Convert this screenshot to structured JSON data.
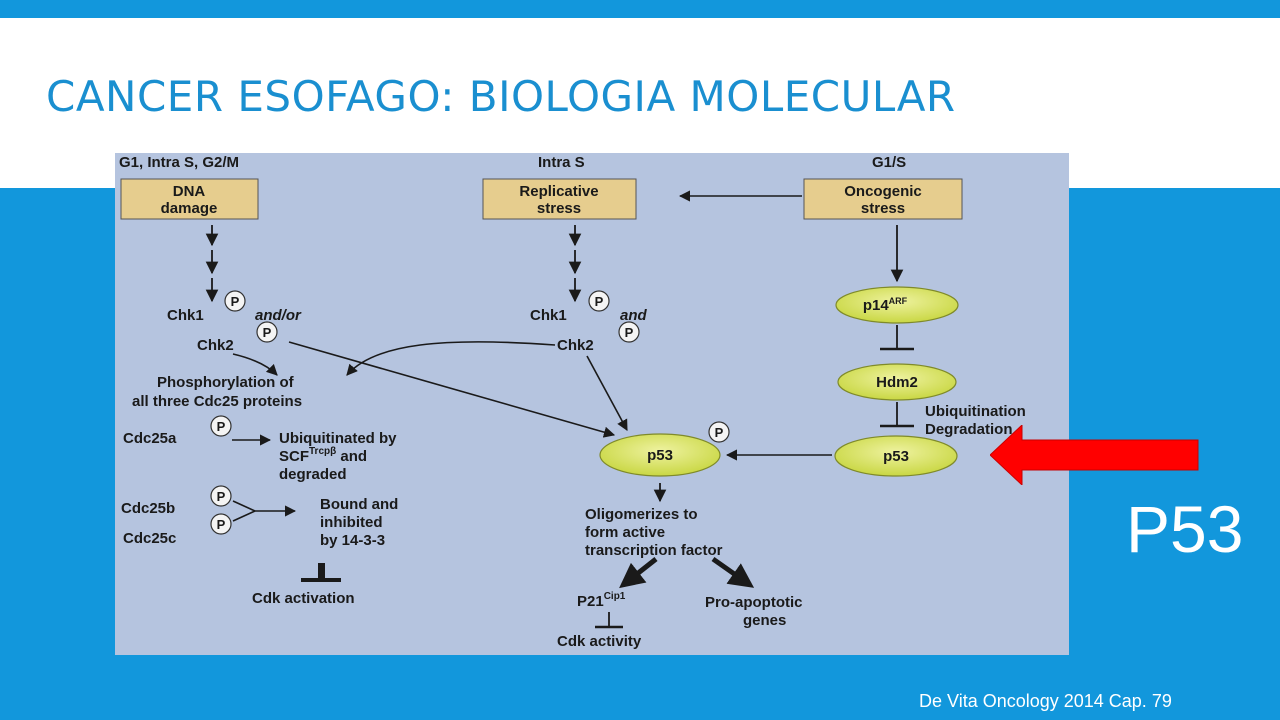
{
  "slide": {
    "title": "CANCER ESOFAGO: BIOLOGIA MOLECULAR",
    "big_label": "P53",
    "citation": "De Vita Oncology 2014 Cap. 79",
    "colors": {
      "band": "#1297dc",
      "title": "#1a8fd0",
      "panel": "#b5c4df",
      "box": "#e6cd8e",
      "node": "#d6e25a",
      "arrow": "#ff0000"
    }
  },
  "diagram": {
    "phase_left": "G1, Intra S, G2/M",
    "phase_mid": "Intra S",
    "phase_right": "G1/S",
    "box_dna_1": "DNA",
    "box_dna_2": "damage",
    "box_rep_1": "Replicative",
    "box_rep_2": "stress",
    "box_onc_1": "Oncogenic",
    "box_onc_2": "stress",
    "phospho_mark": "P",
    "chk1": "Chk1",
    "chk2": "Chk2",
    "and_or": "and/or",
    "and": "and",
    "p14": "p14",
    "p14_sup": "ARF",
    "hdm2": "Hdm2",
    "ubiq": "Ubiquitination",
    "degr": "Degradation",
    "p53": "p53",
    "phos_line1": "Phosphorylation of",
    "phos_line2": "all three Cdc25 proteins",
    "cdc25a": "Cdc25a",
    "ubiq_by": "Ubiquitinated by",
    "scf": "SCF",
    "scf_sup": "Trcpβ",
    "scf_and": " and",
    "degraded": "degraded",
    "cdc25b": "Cdc25b",
    "cdc25c": "Cdc25c",
    "bound_1": "Bound and",
    "bound_2": "inhibited",
    "bound_3": "by 14-3-3",
    "cdk_activation": "Cdk activation",
    "olig_1": "Oligomerizes to",
    "olig_2": "form active",
    "olig_3": "transcription factor",
    "p21": "P21",
    "p21_sup": "Cip1",
    "cdk_activity": "Cdk activity",
    "proapop_1": "Pro-apoptotic",
    "proapop_2": "genes"
  }
}
